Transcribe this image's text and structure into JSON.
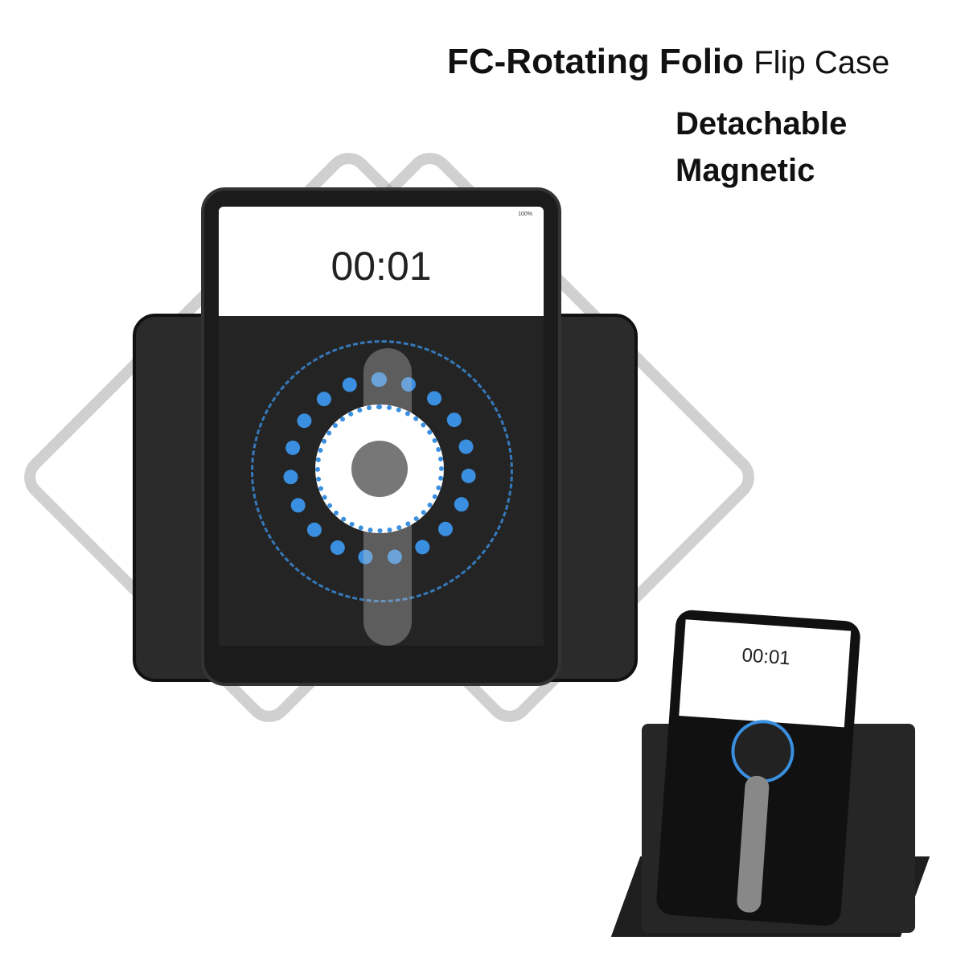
{
  "header": {
    "title_bold": "FC-Rotating Folio",
    "title_light": "Flip Case"
  },
  "features": [
    "Detachable",
    "Magnetic"
  ],
  "main_tablet": {
    "time": "00:01",
    "status": "100%"
  },
  "small_tablet": {
    "time": "00:01"
  },
  "colors": {
    "accent": "#3a8fe0",
    "case": "#222222"
  }
}
